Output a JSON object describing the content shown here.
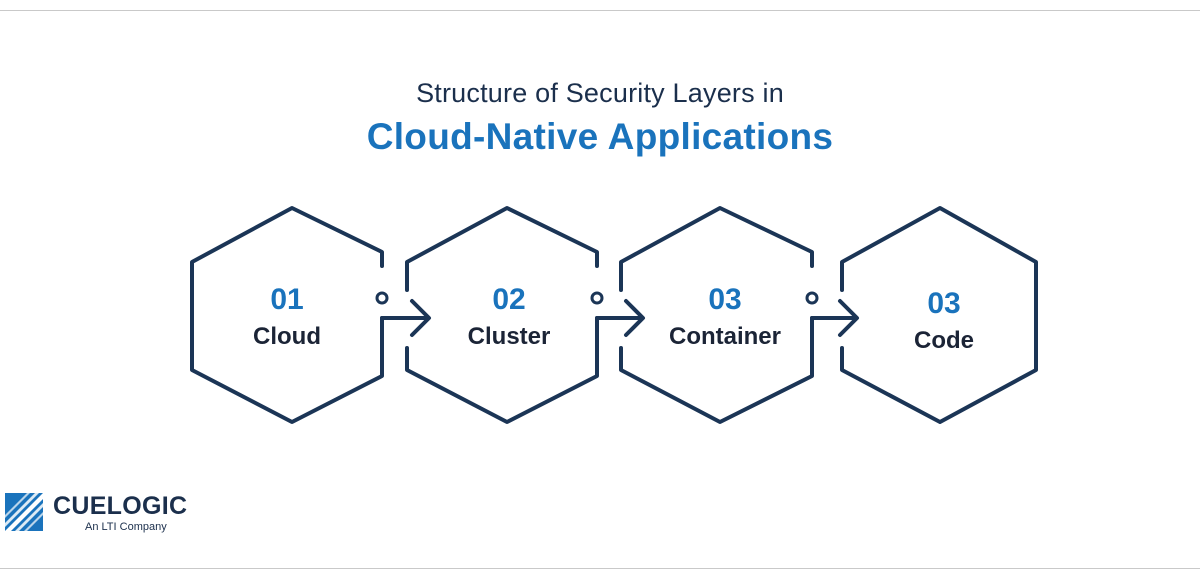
{
  "title": {
    "line1": "Structure of Security Layers in",
    "line2": "Cloud-Native Applications"
  },
  "layers": [
    {
      "number": "01",
      "label": "Cloud"
    },
    {
      "number": "02",
      "label": "Cluster"
    },
    {
      "number": "03",
      "label": "Container"
    },
    {
      "number": "03",
      "label": "Code"
    }
  ],
  "logo": {
    "name": "CUELOGIC",
    "tagline": "An LTI Company"
  },
  "colors": {
    "title": "#1b2f4c",
    "accent": "#1a73bc",
    "outline": "#1b3556",
    "label": "#1b2436"
  }
}
